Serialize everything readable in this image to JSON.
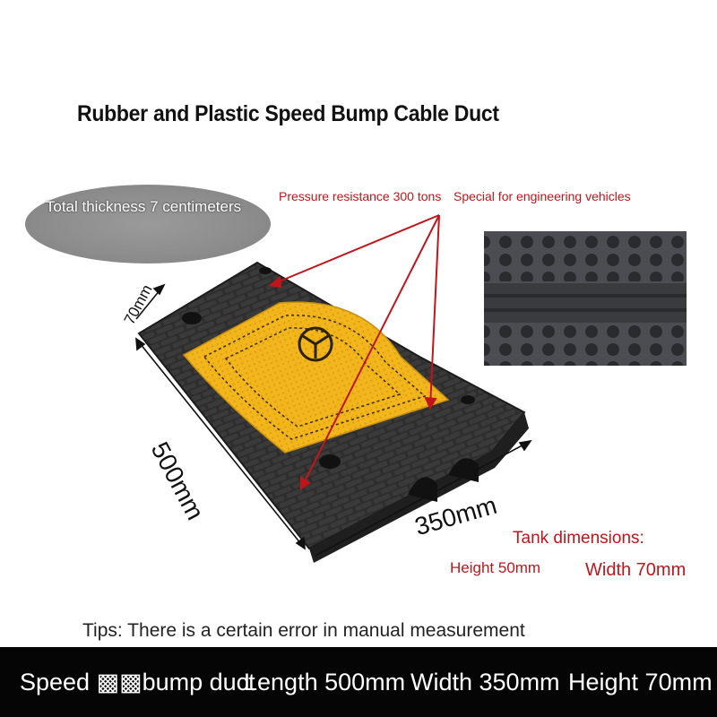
{
  "title": "Rubber and Plastic Speed Bump Cable Duct",
  "thickness_label": "Total thickness 7 centimeters",
  "annotations": {
    "pressure": "Pressure resistance 300 tons",
    "engineering": "Special for engineering vehicles"
  },
  "dimensions": {
    "length": "500mm",
    "width": "350mm",
    "height": "70mm"
  },
  "tank": {
    "heading": "Tank dimensions:",
    "height": "Height 50mm",
    "width": "Width 70mm"
  },
  "tips": "Tips: There is a certain error in manual measurement",
  "footer": {
    "product": "Speed ▩▩bump duct",
    "length": "Length 500mm",
    "width": "Width 350mm",
    "height": "Height 70mm"
  },
  "colors": {
    "rubber": "#2b2b2b",
    "yellow_panel": "#f2b51b",
    "annotation_red": "#c0151b",
    "footer_bg": "#050505"
  }
}
